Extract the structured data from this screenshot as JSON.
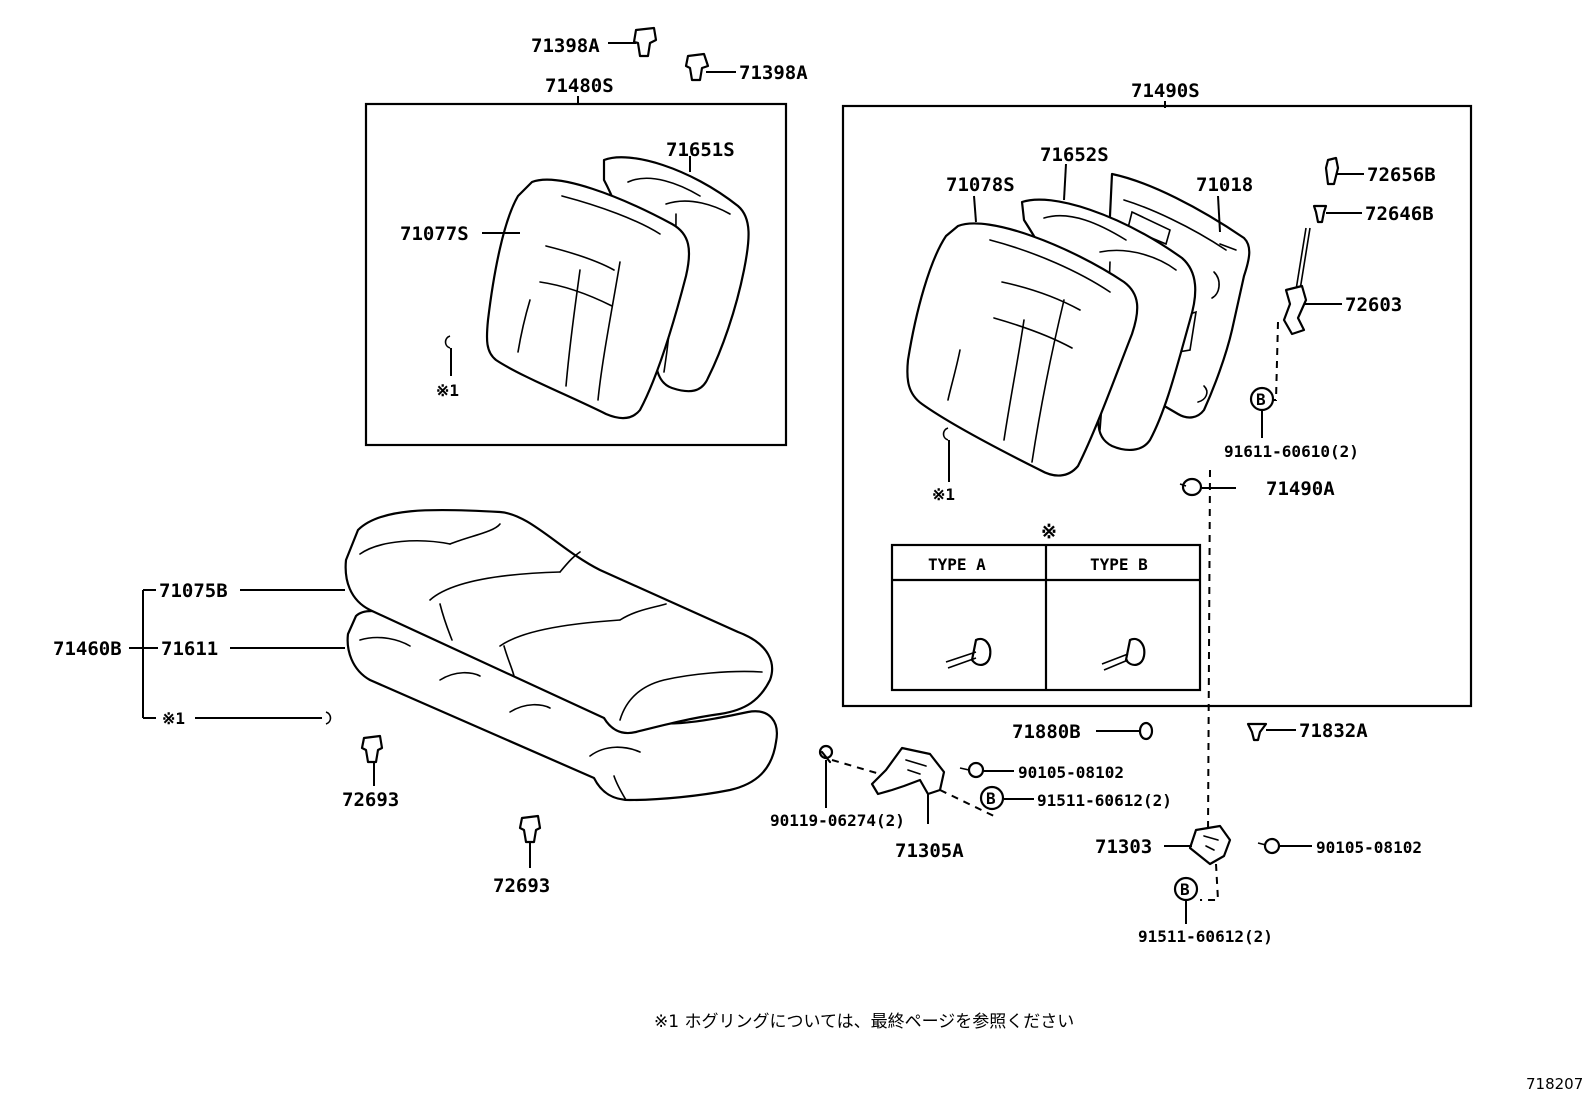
{
  "labels": {
    "p71398a_1": "71398A",
    "p71398a_2": "71398A",
    "p71480s": "71480S",
    "p71651s": "71651S",
    "p71077s": "71077S",
    "note1_left": "※1",
    "p71490s": "71490S",
    "p71652s": "71652S",
    "p71078s": "71078S",
    "p71018": "71018",
    "p72656b": "72656B",
    "p72646b": "72646B",
    "p72603": "72603",
    "p91611": "91611-60610(2)",
    "note1_right": "※1",
    "p71490a": "71490A",
    "p71075b": "71075B",
    "p71460b": "71460B",
    "p71611": "71611",
    "note1_bottom": "※1",
    "p72693_1": "72693",
    "p72693_2": "72693",
    "p71880b": "71880B",
    "p71832a": "71832A",
    "p90105_1": "90105-08102",
    "p91511_1": "91511-60612(2)",
    "p90119": "90119-06274(2)",
    "p71305a": "71305A",
    "p71303": "71303",
    "p90105_2": "90105-08102",
    "p91511_2": "91511-60612(2)",
    "bolt_b_1": "B",
    "bolt_b_2": "B",
    "bolt_b_3": "B"
  },
  "type_table": {
    "marker": "※",
    "type_a": "TYPE A",
    "type_b": "TYPE B"
  },
  "footnote": "※1  ホグリングについては、最終ページを参照ください",
  "diagram_code": "718207"
}
